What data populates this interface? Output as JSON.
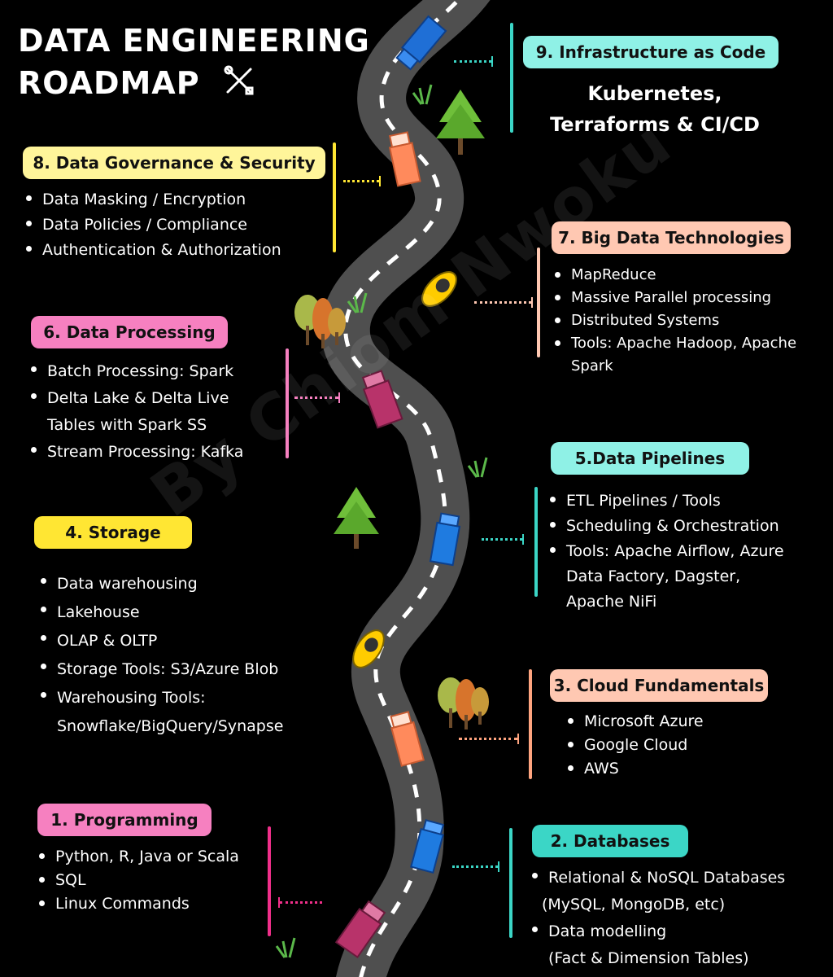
{
  "title": {
    "line1": "DATA ENGINEERING",
    "line2": "ROADMAP"
  },
  "watermark": "By Chiom Nwoku",
  "colors": {
    "pink": "#f680c0",
    "mint": "#8ff1e6",
    "yellow": "#ffe633",
    "peach": "#ffc8b2",
    "teal": "#3bd6c6",
    "cream": "#fff59a",
    "road": "#4f4f4f",
    "road_dash": "#ffffff"
  },
  "steps": {
    "s1": {
      "label": "1. Programming",
      "items": [
        "Python, R, Java or Scala",
        "SQL",
        "Linux Commands"
      ]
    },
    "s2": {
      "label": "2. Databases",
      "items": [
        "Relational & NoSQL Databases",
        "(MySQL, MongoDB, etc)",
        "Data modelling",
        "(Fact & Dimension Tables)"
      ]
    },
    "s3": {
      "label": "3. Cloud Fundamentals",
      "items": [
        "Microsoft Azure",
        "Google Cloud",
        "AWS"
      ]
    },
    "s4": {
      "label": "4. Storage",
      "items": [
        "Data warehousing",
        "Lakehouse",
        "OLAP & OLTP",
        "Storage Tools: S3/Azure Blob",
        "Warehousing Tools:",
        "Snowflake/BigQuery/Synapse"
      ]
    },
    "s5": {
      "label": "5.Data Pipelines",
      "items": [
        "ETL Pipelines / Tools",
        "Scheduling & Orchestration",
        "Tools: Apache Airflow, Azure",
        "Data Factory, Dagster,",
        "Apache NiFi"
      ]
    },
    "s6": {
      "label": "6. Data Processing",
      "items": [
        "Batch Processing: Spark",
        "Delta Lake & Delta Live",
        "Tables with Spark SS",
        "Stream Processing: Kafka"
      ]
    },
    "s7": {
      "label": "7. Big Data Technologies",
      "items": [
        "MapReduce",
        "Massive Parallel processing",
        "Distributed Systems",
        "Tools: Apache Hadoop, Apache",
        "Spark"
      ]
    },
    "s8": {
      "label": "8. Data Governance & Security",
      "items": [
        "Data Masking / Encryption",
        "Data Policies / Compliance",
        "Authentication & Authorization"
      ]
    },
    "s9": {
      "label": "9. Infrastructure as Code",
      "subtitle": "Kubernetes,\nTerraforms & CI/CD"
    }
  }
}
